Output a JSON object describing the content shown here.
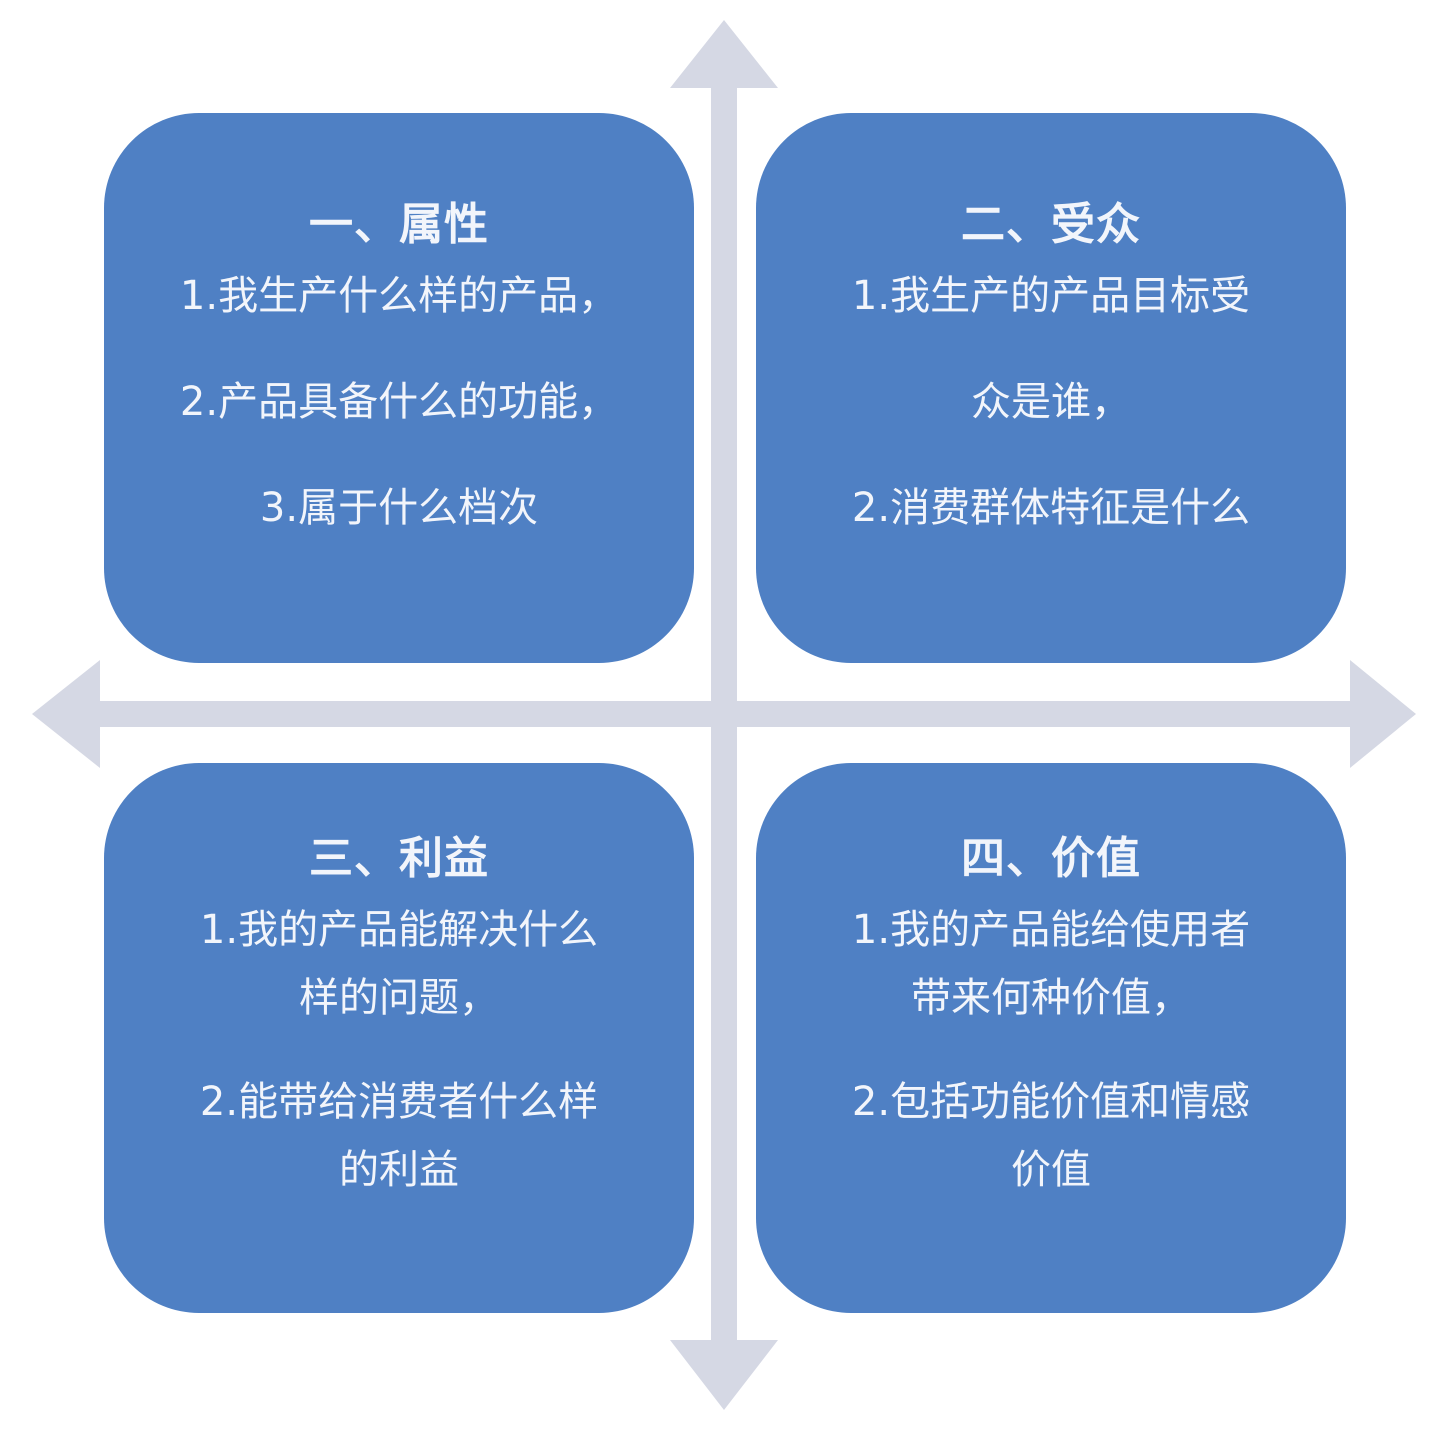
{
  "colors": {
    "box_fill": "#4f80c4",
    "box_text": "#f2f5fb",
    "axis": "#d5d8e4"
  },
  "quadrants": [
    {
      "title": "一、属性",
      "lines": [
        "1.我生产什么样的产品，",
        "2.产品具备什么的功能，",
        "3.属于什么档次"
      ]
    },
    {
      "title": "二、受众",
      "lines": [
        "1.我生产的产品目标受",
        "众是谁，",
        "2.消费群体特征是什么"
      ]
    },
    {
      "title": "三、利益",
      "lines": [
        "1.我的产品能解决什么",
        "样的问题，",
        "2.能带给消费者什么样",
        "的利益"
      ]
    },
    {
      "title": "四、价值",
      "lines": [
        "1.我的产品能给使用者",
        "带来何种价值，",
        "2.包括功能价值和情感",
        "价值"
      ]
    }
  ]
}
